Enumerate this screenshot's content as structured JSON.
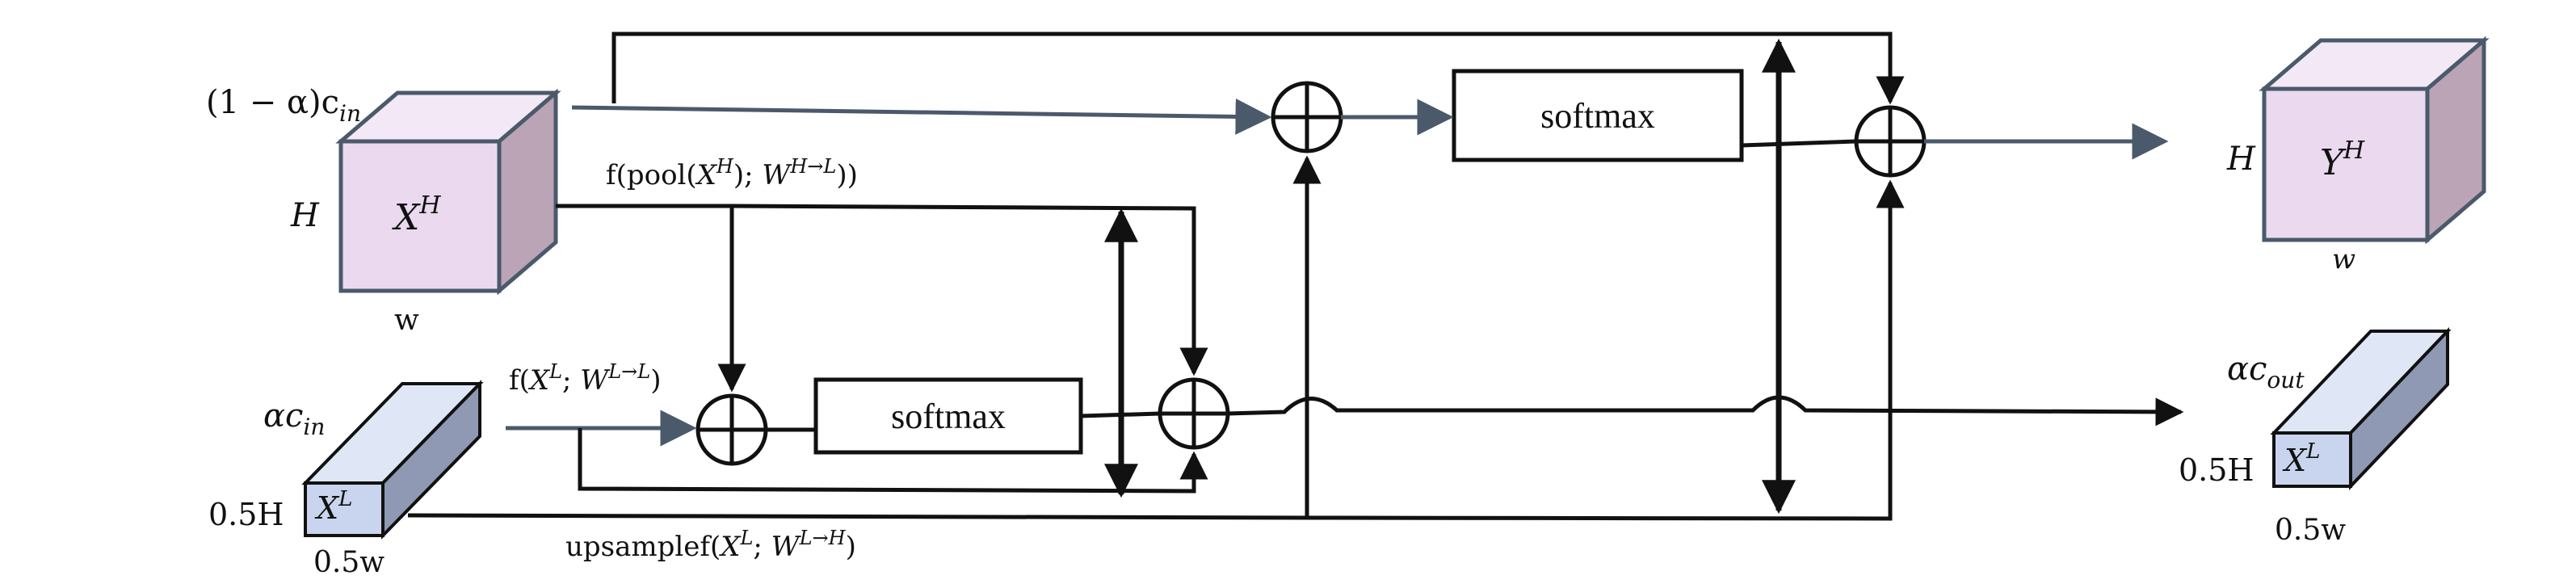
{
  "high_branch": {
    "channel_label": "(1 − α)c",
    "channel_sub": "in",
    "height_label": "H",
    "width_label": "w",
    "tensor_label": "X",
    "tensor_sup": "H",
    "color": "#ead9ef"
  },
  "low_branch": {
    "channel_label": "αc",
    "channel_sub": "in",
    "height_label": "0.5H",
    "width_label": "0.5w",
    "tensor_label": "X",
    "tensor_sup": "L",
    "color": "#c9d5ee"
  },
  "output_high": {
    "height_label": "H",
    "width_label": "w",
    "tensor_label": "Y",
    "tensor_sup": "H"
  },
  "output_low": {
    "channel_label": "αc",
    "channel_sub": "out",
    "height_label": "0.5H",
    "width_label": "0.5w",
    "tensor_label": "X",
    "tensor_sup": "L"
  },
  "labels": {
    "pool_pre": "f(pool(",
    "pool_x": "X",
    "pool_xsup": "H",
    "pool_mid": "); ",
    "pool_w": "W",
    "pool_wsup": "H→L",
    "pool_post": "))",
    "f_pre": "f(",
    "f_x": "X",
    "f_xsup": "L",
    "f_mid": "; ",
    "f_w": "W",
    "f_wsup": "L→L",
    "f_post": ")",
    "up_pre": "upsamplef(",
    "up_x": "X",
    "up_xsup": "L",
    "up_mid": "; ",
    "up_w": "W",
    "up_wsup": "L→H",
    "up_post": ")"
  },
  "boxes": {
    "softmax_top": "softmax",
    "softmax_bottom": "softmax"
  }
}
